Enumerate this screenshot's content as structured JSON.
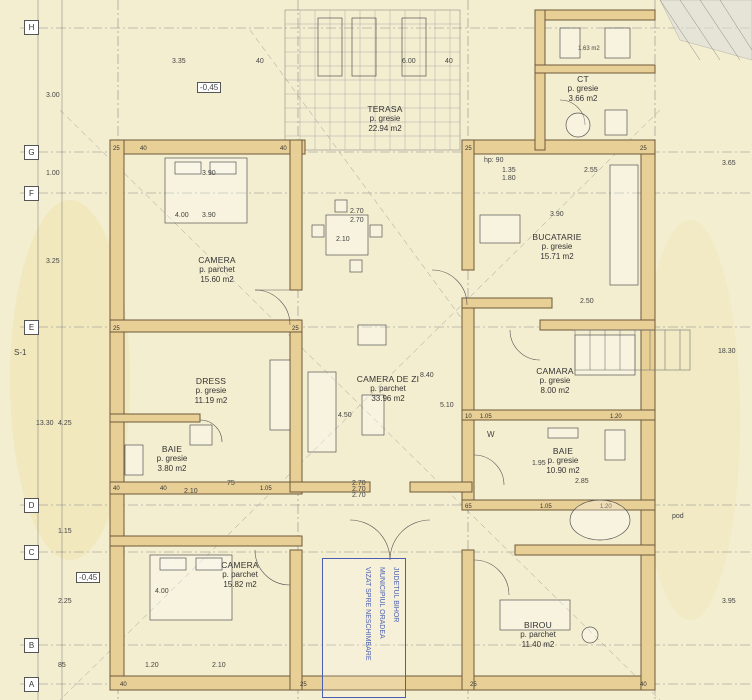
{
  "rooms": {
    "terasa": {
      "name": "TERASA",
      "floor": "p. gresie",
      "area": "22.94 m2"
    },
    "ct": {
      "name": "CT",
      "floor": "p. gresie",
      "area": "3.66 m2"
    },
    "bucatarie": {
      "name": "BUCATARIE",
      "floor": "p. gresie",
      "area": "15.71 m2"
    },
    "camera1": {
      "name": "CAMERA",
      "floor": "p. parchet",
      "area": "15.60 m2"
    },
    "camera_de_zi": {
      "name": "CAMERA DE ZI",
      "floor": "p. parchet",
      "area": "33.96 m2"
    },
    "dress": {
      "name": "DRESS",
      "floor": "p. gresie",
      "area": "11.19 m2"
    },
    "camara": {
      "name": "CAMARA",
      "floor": "p. gresie",
      "area": "8.00 m2"
    },
    "baie1": {
      "name": "BAIE",
      "floor": "p. gresie",
      "area": "3.80 m2"
    },
    "baie2": {
      "name": "BAIE",
      "floor": "p. gresie",
      "area": "10.90 m2"
    },
    "camera2": {
      "name": "CAMERA",
      "floor": "p. parchet",
      "area": "15.82 m2"
    },
    "birou": {
      "name": "BIROU",
      "floor": "p. parchet",
      "area": "11.40 m2"
    }
  },
  "axes": [
    "H",
    "G",
    "F",
    "E",
    "D",
    "C",
    "B",
    "A"
  ],
  "section_mark": "S-1",
  "levels": {
    "top_left": "-0,45",
    "bottom_left": "-0,45"
  },
  "dimensions": {
    "top": [
      "3.35",
      "40",
      "6.00",
      "40",
      "1.63 m2"
    ],
    "terrace": [
      "2.70",
      "2.70",
      "2.10",
      "2.70",
      "2.70"
    ],
    "kitchen": [
      "2.55",
      "1.35",
      "1.80",
      "3.90",
      "2.50"
    ],
    "camera1": [
      "3.90",
      "3.90",
      "4.00"
    ],
    "camera2": [
      "4.00",
      "2.10",
      "1.20"
    ],
    "living": [
      "8.40",
      "5.10",
      "4.50",
      "2.70"
    ],
    "baie": [
      "2.10",
      "75",
      "1.95",
      "2.85"
    ],
    "left_side": [
      "3.00",
      "1.00",
      "3.25",
      "13.30",
      "4.25",
      "2.25",
      "1.15",
      "85"
    ],
    "right_side": [
      "3.65",
      "18.30",
      "3.95"
    ]
  },
  "markers": {
    "hp": "hp: 90",
    "pod": "pod",
    "window": "W"
  },
  "stamp": {
    "lines": [
      "JUDETUL BIHOR",
      "MUNICIPIUL ORADEA",
      "VIZAT SPRE NESCHIMBARE"
    ]
  }
}
